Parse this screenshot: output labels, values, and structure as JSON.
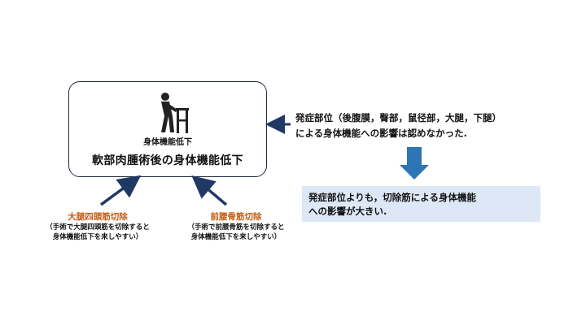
{
  "diagram": {
    "main_box": {
      "small_label": "身体機能低下",
      "title": "軟部肉腫術後の身体機能低下",
      "icon": "person-with-walker-icon"
    },
    "cause_left": {
      "title": "大腿四頭筋切除",
      "note_line1": "（手術で大腿四頭筋を切除すると",
      "note_line2": "身体機能低下を来しやすい）"
    },
    "cause_right": {
      "title": "前腰骨筋切除",
      "note_line1": "（手術で前腰骨筋を切除すると",
      "note_line2": "身体機能低下を来しやすい）"
    },
    "site_text": {
      "line1": "発症部位（後腹膜，臀部，鼠径部，大腿，下腿）",
      "line2": "による身体機能への影響は認めなかった."
    },
    "result_text": {
      "line1": "発症部位よりも，切除筋による身体機能",
      "line2": "への影響が大きい."
    },
    "colors": {
      "arrow_navy": "#1f3864",
      "arrow_blue": "#2e75b6",
      "cause_orange": "#c55a11",
      "result_bg": "#dde8f6"
    }
  }
}
